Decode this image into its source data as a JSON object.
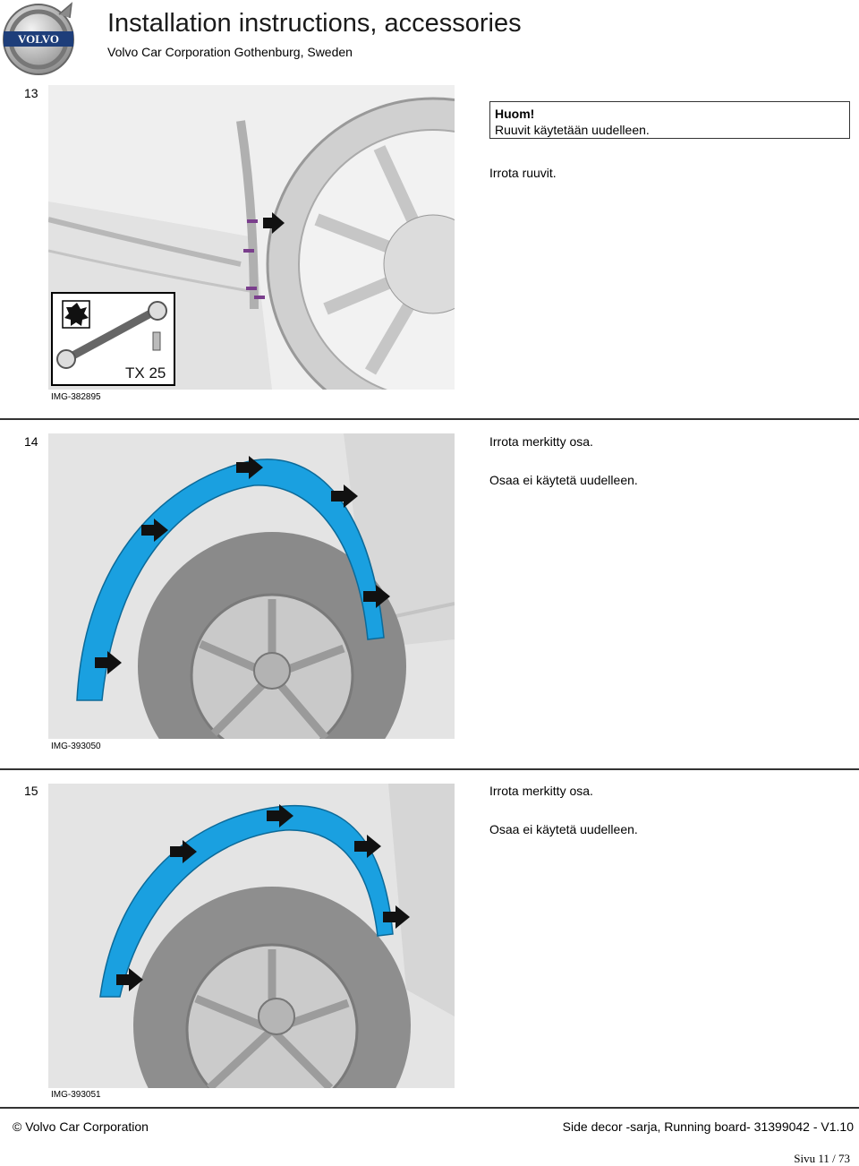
{
  "header": {
    "brand_logo_text": "VOLVO",
    "title": "Installation instructions, accessories",
    "subtitle": "Volvo Car Corporation Gothenburg, Sweden"
  },
  "steps": [
    {
      "number": "13",
      "image_code": "IMG-382895",
      "tool_label": "TX 25",
      "note": {
        "heading": "Huom!",
        "text": "Ruuvit käytetään uudelleen."
      },
      "instructions": [
        "Irrota ruuvit."
      ]
    },
    {
      "number": "14",
      "image_code": "IMG-393050",
      "instructions": [
        "Irrota merkitty osa.",
        "Osaa ei käytetä uudelleen."
      ]
    },
    {
      "number": "15",
      "image_code": "IMG-393051",
      "instructions": [
        "Irrota merkitty osa.",
        "Osaa ei käytetä uudelleen."
      ]
    }
  ],
  "footer": {
    "copyright": "© Volvo Car Corporation",
    "doc_ref": "Side decor -sarja, Running board- 31399042 - V1.10",
    "page": "Sivu 11 / 73"
  },
  "colors": {
    "highlight": "#1aa0e0",
    "rule": "#333333"
  }
}
